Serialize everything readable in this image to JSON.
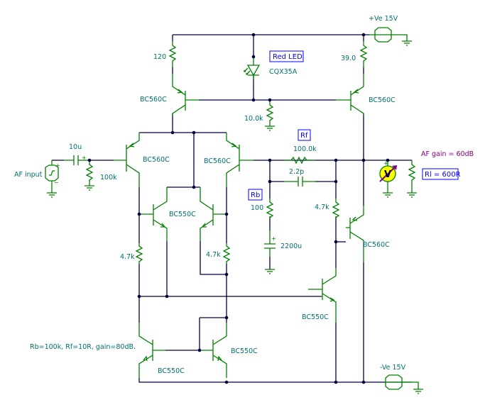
{
  "diagram": {
    "type": "circuit-schematic",
    "supplies": {
      "positive": "+Ve 15V",
      "negative": "-Ve 15V"
    },
    "input_label": "AF input",
    "components": {
      "r_top_left": "120",
      "led_label": "Red LED",
      "led_part": "CQX35A",
      "r_top_right": "39.0",
      "q_top_left": "BC560C",
      "q_top_right": "BC560C",
      "r_led_bias": "10.0k",
      "c_input": "10u",
      "r_input": "100k",
      "q_diff_left": "BC560C",
      "q_diff_right": "BC560C",
      "q_cascode": "BC550C",
      "r_left_load": "4.7k",
      "r_right_load": "4.7k",
      "rf_label": "Rf",
      "rf_value": "100.0k",
      "cf_value": "2.2p",
      "rb_label": "Rb",
      "rb_value": "100",
      "cb_value": "2200u",
      "r_vas": "4.7k",
      "q_out": "BC560C",
      "q_vas": "BC550C",
      "q_mirror_left": "BC550C",
      "q_mirror_right": "BC550C",
      "meter_symbol": "V",
      "rl_label": "Rl = 600R"
    },
    "annotations": {
      "gain": "AF gain = 60dB",
      "alt_config": "Rb=100k, Rf=10R, gain=80dB."
    }
  }
}
